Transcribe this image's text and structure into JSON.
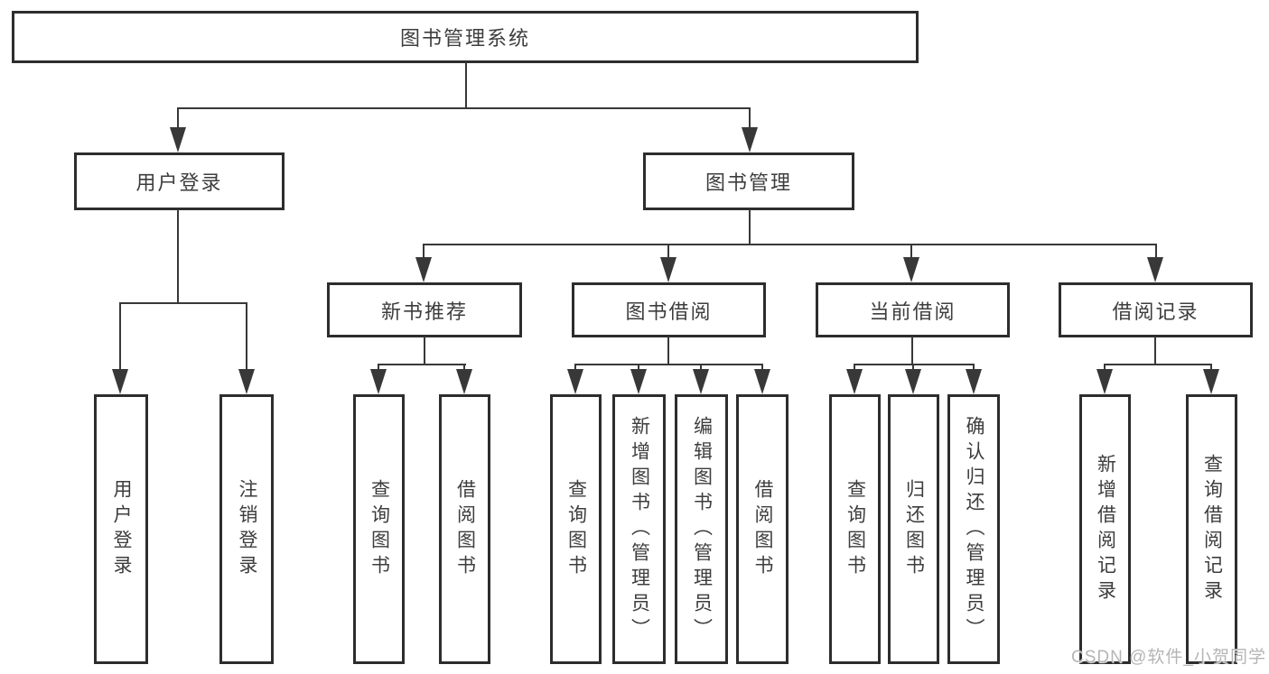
{
  "tree": {
    "label": "图书管理系统",
    "children": [
      {
        "label": "用户登录",
        "children": [
          {
            "label": "用户登录"
          },
          {
            "label": "注销登录"
          }
        ]
      },
      {
        "label": "图书管理",
        "children": [
          {
            "label": "新书推荐",
            "children": [
              {
                "label": "查询图书"
              },
              {
                "label": "借阅图书"
              }
            ]
          },
          {
            "label": "图书借阅",
            "children": [
              {
                "label": "查询图书"
              },
              {
                "label": "新增图书（管理员）"
              },
              {
                "label": "编辑图书（管理员）"
              },
              {
                "label": "借阅图书"
              }
            ]
          },
          {
            "label": "当前借阅",
            "children": [
              {
                "label": "查询图书"
              },
              {
                "label": "归还图书"
              },
              {
                "label": "确认归还（管理员）"
              }
            ]
          },
          {
            "label": "借阅记录",
            "children": [
              {
                "label": "新增借阅记录"
              },
              {
                "label": "查询借阅记录"
              }
            ]
          }
        ]
      }
    ]
  },
  "watermark": {
    "text": "CSDN @软件_小贺同学"
  },
  "colors": {
    "background": "#ffffff",
    "box_border": "#2d2d2d",
    "line": "#383838",
    "text": "#3d3d3d",
    "watermark": "#b5b5b5"
  }
}
